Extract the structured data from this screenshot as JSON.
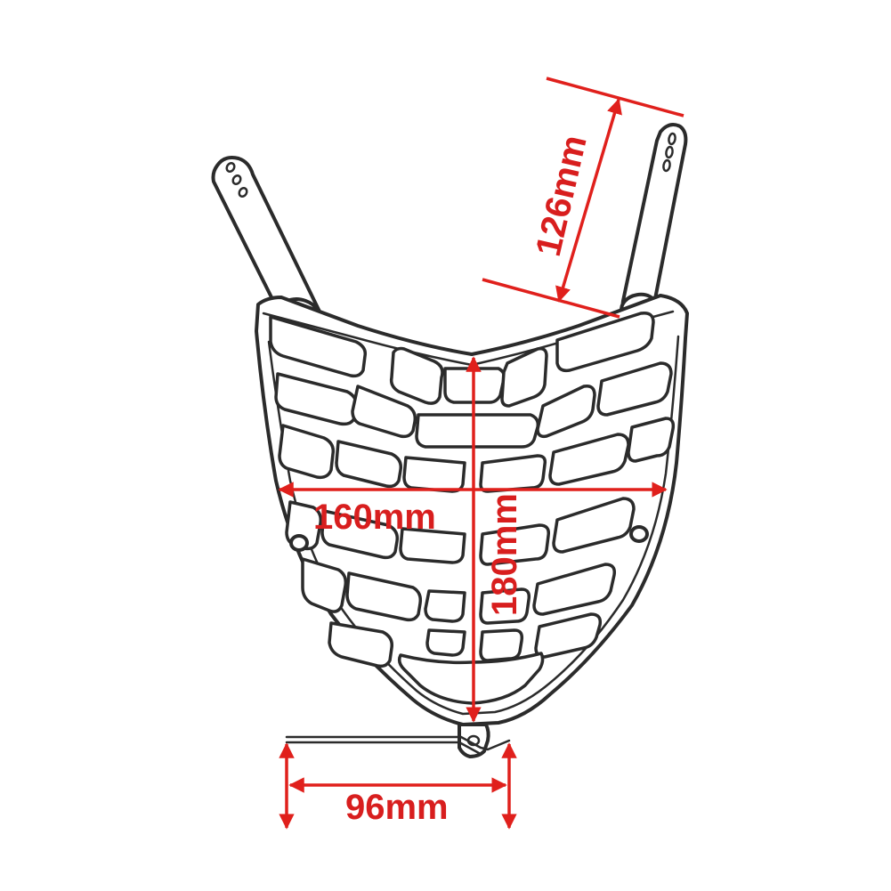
{
  "dimensions": {
    "bracket_height": {
      "label": "126mm"
    },
    "grill_width": {
      "label": "160mm"
    },
    "grill_height": {
      "label": "180mm"
    },
    "base_width": {
      "label": "96mm"
    }
  },
  "colors": {
    "dimension_red": "#e0201c",
    "outline": "#2b2b2b",
    "background": "#ffffff"
  }
}
